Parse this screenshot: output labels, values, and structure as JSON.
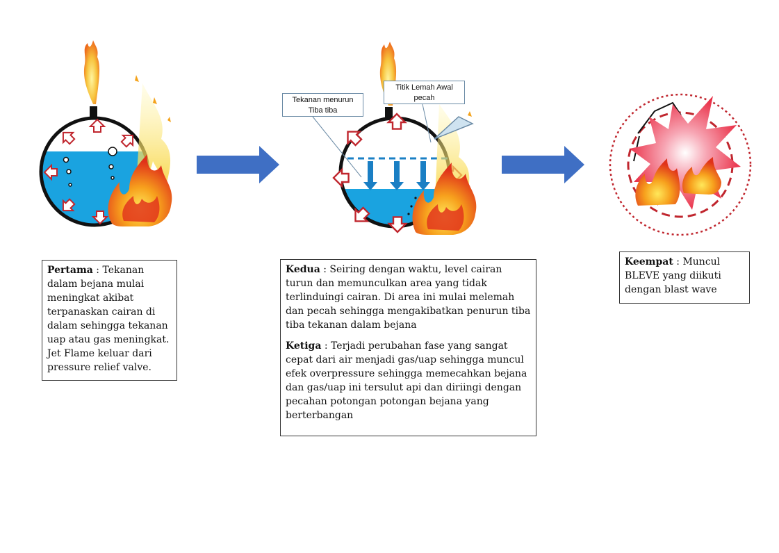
{
  "stages": [
    {
      "id": "pertama",
      "heading": "Pertama",
      "text": " : Tekanan dalam bejana mulai meningkat akibat terpanaskan cairan di dalam sehingga tekanan uap atau gas meningkat. Jet Flame keluar dari pressure relief valve."
    },
    {
      "id": "kedua",
      "heading": "Kedua",
      "text": " : Seiring dengan waktu, level cairan turun dan memunculkan area yang tidak terlinduingi cairan. Di area ini mulai melemah dan pecah sehingga mengakibatkan penurun tiba tiba tekanan dalam bejana"
    },
    {
      "id": "ketiga",
      "heading": "Ketiga",
      "text": " : Terjadi perubahan fase yang sangat cepat dari air menjadi gas/uap sehingga muncul efek overpressure sehingga memecahkan bejana dan gas/uap ini tersulut api dan diriingi dengan pecahan potongan potongan bejana yang berterbangan"
    },
    {
      "id": "keempat",
      "heading": "Keempat",
      "text": " : Muncul BLEVE yang diikuti dengan blast wave"
    }
  ],
  "callouts": {
    "pressure_drop": "Tekanan menurun Tiba tiba",
    "weak_point": "Titik Lemah Awal pecah"
  },
  "colors": {
    "liquid": "#1aa3e0",
    "vessel_outline": "#111111",
    "process_arrow": "#3f6fc4",
    "pressure_arrow": "#c0262e",
    "fire_outer": "#f4a21a",
    "fire_inner": "#e2361c",
    "explosion": "#e8213a",
    "blast_ring": "#c0262e"
  }
}
